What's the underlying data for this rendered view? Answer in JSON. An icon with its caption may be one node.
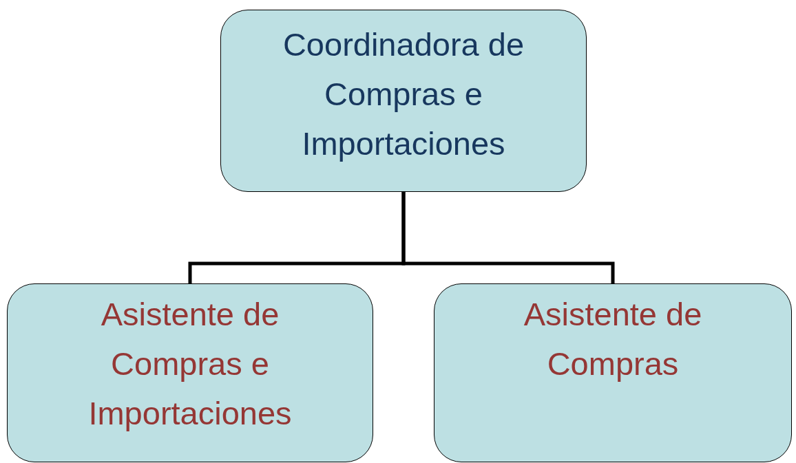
{
  "diagram": {
    "nodes": [
      {
        "text": [
          "Coordinadora de Compras e Importaciones"
        ]
      },
      {
        "text": [
          "Asistente de Compras e Importaciones"
        ]
      },
      {
        "text": [
          "Asistente de Compras"
        ]
      }
    ],
    "edges": [
      {
        "from": 0,
        "to": 1,
        "arrow": "none"
      },
      {
        "from": 0,
        "to": 2,
        "arrow": "none"
      }
    ]
  }
}
